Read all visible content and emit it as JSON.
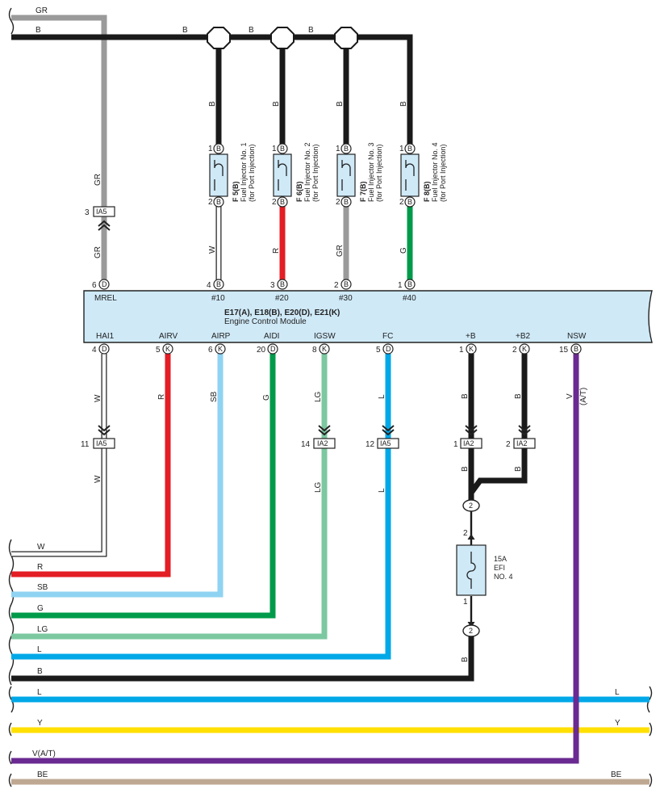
{
  "wire_colors": {
    "GR": "#9a9a9a",
    "B": "#1a1a1a",
    "W": "#ffffff",
    "R": "#e31e24",
    "SB": "#8fd3f2",
    "G": "#009b4a",
    "LG": "#7cc8a0",
    "L": "#00a8e8",
    "Y": "#ffe000",
    "V": "#6a2a91",
    "BE": "#bfa892"
  },
  "top_bus": {
    "gr_label": "GR",
    "b_label": "B",
    "b_seg_labels": [
      "B",
      "B",
      "B"
    ]
  },
  "injectors": [
    {
      "name": "Fuel Injector No. 1",
      "sub": "(for Port Injection)",
      "id": "F 5(B)",
      "pin1": "1",
      "pin1c": "B",
      "pin2": "2",
      "pin2c": "B",
      "upper_wire": "B",
      "lower_wire": "W",
      "ecm_pin": "4",
      "ecm_conn": "B",
      "ecm_signal": "#10"
    },
    {
      "name": "Fuel Injector No. 2",
      "sub": "(for Port Injection)",
      "id": "F 6(B)",
      "pin1": "1",
      "pin1c": "B",
      "pin2": "2",
      "pin2c": "B",
      "upper_wire": "B",
      "lower_wire": "R",
      "ecm_pin": "3",
      "ecm_conn": "B",
      "ecm_signal": "#20"
    },
    {
      "name": "Fuel Injector No. 3",
      "sub": "(for Port Injection)",
      "id": "F 7(B)",
      "pin1": "1",
      "pin1c": "B",
      "pin2": "2",
      "pin2c": "B",
      "upper_wire": "B",
      "lower_wire": "GR",
      "ecm_pin": "2",
      "ecm_conn": "B",
      "ecm_signal": "#30"
    },
    {
      "name": "Fuel Injector No. 4",
      "sub": "(for Port Injection)",
      "id": "F 8(B)",
      "pin1": "1",
      "pin1c": "B",
      "pin2": "2",
      "pin2c": "B",
      "upper_wire": "B",
      "lower_wire": "G",
      "ecm_pin": "1",
      "ecm_conn": "B",
      "ecm_signal": "#40"
    }
  ],
  "mrel": {
    "connector": {
      "pin": "3",
      "name": "IA5"
    },
    "upper_wire": "GR",
    "lower_wire": "GR",
    "ecm_pin": "6",
    "ecm_conn": "D",
    "ecm_signal": "MREL"
  },
  "ecm": {
    "title": "E17(A), E18(B), E20(D), E21(K)",
    "subtitle": "Engine Control Module"
  },
  "bottom_pins": [
    {
      "signal": "HAI1",
      "pin": "4",
      "conn": "D",
      "wire": "W",
      "jc": {
        "pin": "11",
        "name": "IA5"
      },
      "lower_wire": "W"
    },
    {
      "signal": "AIRV",
      "pin": "5",
      "conn": "K",
      "wire": "R"
    },
    {
      "signal": "AIRP",
      "pin": "6",
      "conn": "K",
      "wire": "SB"
    },
    {
      "signal": "AIDI",
      "pin": "20",
      "conn": "D",
      "wire": "G"
    },
    {
      "signal": "IGSW",
      "pin": "8",
      "conn": "K",
      "wire": "LG",
      "jc": {
        "pin": "14",
        "name": "IA2"
      },
      "lower_wire": "LG"
    },
    {
      "signal": "FC",
      "pin": "5",
      "conn": "D",
      "wire": "L",
      "jc": {
        "pin": "12",
        "name": "IA5"
      },
      "lower_wire": "L"
    },
    {
      "signal": "+B",
      "pin": "1",
      "conn": "K",
      "wire": "B",
      "jc": {
        "pin": "1",
        "name": "IA2"
      },
      "lower_wire": "B"
    },
    {
      "signal": "+B2",
      "pin": "2",
      "conn": "K",
      "wire": "B",
      "jc": {
        "pin": "2",
        "name": "IA2"
      },
      "lower_wire": "B"
    },
    {
      "signal": "NSW",
      "pin": "15",
      "conn": "B",
      "wire": "V",
      "note": "(A/T)"
    }
  ],
  "fuse": {
    "amp": "15A",
    "name1": "EFI",
    "name2": "NO. 4",
    "pin_top": "2",
    "pin_bot": "1",
    "junction_top": "2",
    "junction_bot": "2",
    "below_wire": "B"
  },
  "bottom_bus": [
    {
      "label": "W",
      "right_label": ""
    },
    {
      "label": "R",
      "right_label": ""
    },
    {
      "label": "SB",
      "right_label": ""
    },
    {
      "label": "G",
      "right_label": ""
    },
    {
      "label": "LG",
      "right_label": ""
    },
    {
      "label": "L",
      "right_label": ""
    },
    {
      "label": "B",
      "right_label": ""
    },
    {
      "label": "L",
      "right_label": "L"
    },
    {
      "label": "Y",
      "right_label": "Y"
    },
    {
      "label": "V(A/T)",
      "right_label": ""
    },
    {
      "label": "BE",
      "right_label": "BE"
    }
  ]
}
